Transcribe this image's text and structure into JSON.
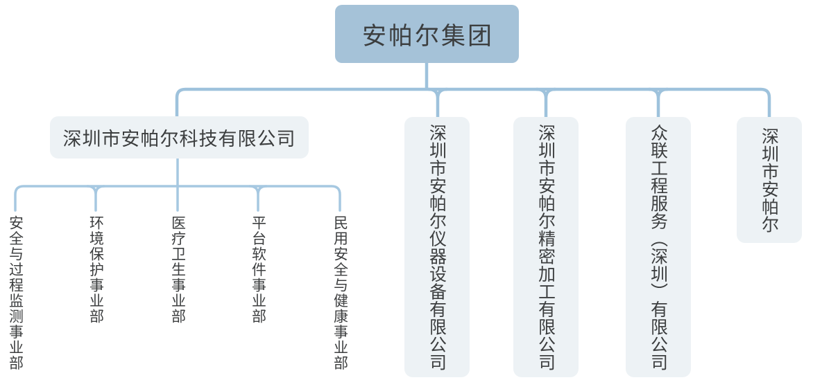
{
  "theme": {
    "root_bg": "#a5c2d8",
    "node_bg": "#edf2f5",
    "connector_l1": "#9ec2dc",
    "connector_l2": "#a6c8e1",
    "text_color": "#3c3e3f"
  },
  "org": {
    "root": {
      "label": "安帕尔集团"
    },
    "companies": [
      {
        "label": "深圳市安帕尔科技有限公司"
      },
      {
        "label": "深圳市安帕尔仪器设备有限公司"
      },
      {
        "label": "深圳市安帕尔精密加工有限公司"
      },
      {
        "label": "众联工程服务（深圳）有限公司"
      },
      {
        "label": "深圳市安帕尔"
      }
    ],
    "departments": [
      {
        "label": "安全与过程监测事业部"
      },
      {
        "label": "环境保护事业部"
      },
      {
        "label": "医疗卫生事业部"
      },
      {
        "label": "平台软件事业部"
      },
      {
        "label": "民用安全与健康事业部"
      }
    ]
  }
}
